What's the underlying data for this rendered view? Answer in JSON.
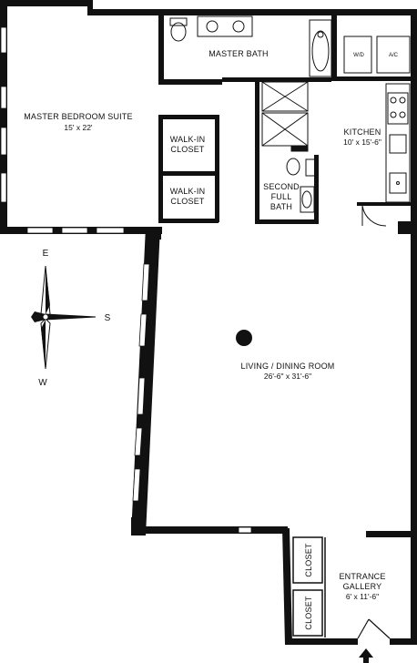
{
  "rooms": {
    "master_bedroom": {
      "name": "MASTER BEDROOM SUITE",
      "dims": "15' x 22'"
    },
    "master_bath": {
      "name": "MASTER BATH"
    },
    "walk_in_closet_1": {
      "line1": "WALK-IN",
      "line2": "CLOSET"
    },
    "walk_in_closet_2": {
      "line1": "WALK-IN",
      "line2": "CLOSET"
    },
    "second_bath": {
      "line1": "SECOND",
      "line2": "FULL",
      "line3": "BATH"
    },
    "kitchen": {
      "name": "KITCHEN",
      "dims": "10' x 15'-6\""
    },
    "living_dining": {
      "name": "LIVING / DINING ROOM",
      "dims": "26'-6\" x 31'-6\""
    },
    "closet_upper": {
      "name": "CLOSET"
    },
    "closet_lower": {
      "name": "CLOSET"
    },
    "entrance_gallery": {
      "line1": "ENTRANCE",
      "line2": "GALLERY",
      "dims": "6' x 11'-6\""
    }
  },
  "appliances": {
    "washer_dryer": "W/D",
    "ac": "A/C"
  },
  "compass": {
    "north_label": "E",
    "east_label": "S",
    "south_label": "W"
  }
}
